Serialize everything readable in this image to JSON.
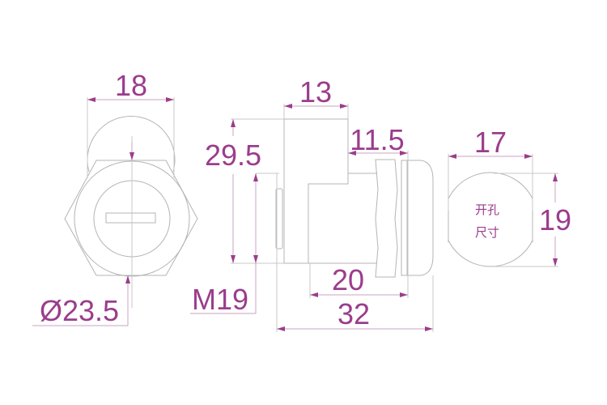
{
  "drawing": {
    "front_view": {
      "width_dim": "18",
      "diameter_dim": "Ø23.5"
    },
    "side_view": {
      "height_dim": "29.5",
      "thread_dim": "M19",
      "top_dim": "13",
      "cap_dim": "11.5",
      "body_dim": "20",
      "overall_dim": "32"
    },
    "cutout_view": {
      "width_dim": "17",
      "height_dim": "19",
      "label_line1": "开孔",
      "label_line2": "尺寸"
    },
    "colors": {
      "dimension": "#9b3d8c",
      "outline": "#b4b4b4"
    }
  }
}
